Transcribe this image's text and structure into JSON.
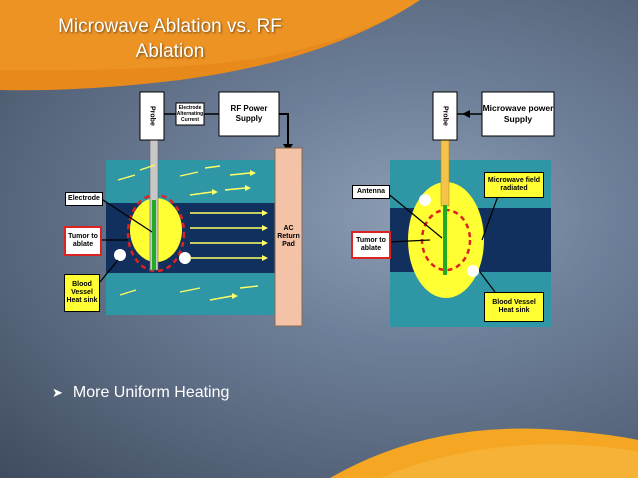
{
  "title": "Microwave Ablation vs. RF Ablation",
  "rf": {
    "probe": "Probe",
    "current": "Electrode Alternating Current",
    "power": "RF Power Supply",
    "electrode": "Electrode",
    "tumor": "Tumor to ablate",
    "vessel": "Blood Vessel Heat sink",
    "return_pad": "AC Return Pad"
  },
  "mw": {
    "probe": "Probe",
    "power": "Microwave power Supply",
    "field": "Microwave field radiated",
    "antenna": "Antenna",
    "tumor": "Tumor to ablate",
    "vessel": "Blood Vessel Heat sink"
  },
  "bullet": {
    "icon": "arrow-bullet-icon",
    "text": "More Uniform Heating"
  },
  "colors": {
    "tissue": "#2e96a5",
    "vessel": "#11305e",
    "heat": "#ffff33",
    "tumor_outline": "#dd2222",
    "accent": "#f5a623"
  }
}
